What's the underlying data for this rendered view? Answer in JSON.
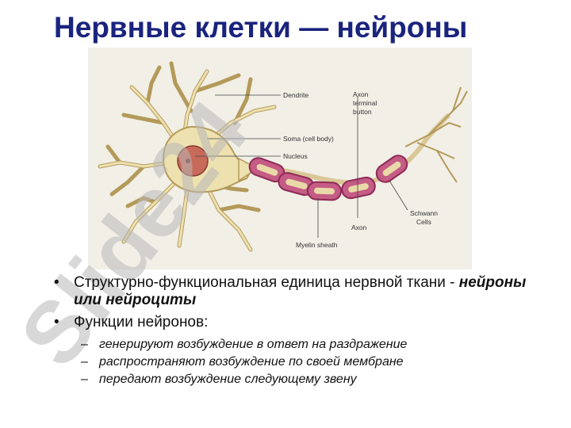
{
  "title": "Нервные клетки — нейроны",
  "figure": {
    "labels": {
      "dendrite": "Dendrite",
      "soma": "Soma (cell body)",
      "nucleus": "Nucleus",
      "axon_terminal_1": "Axon",
      "axon_terminal_2": "terminal",
      "axon_terminal_3": "button",
      "schwann_1": "Schwann",
      "schwann_2": "Cells",
      "axon": "Axon",
      "myelin": "Myelin sheath"
    },
    "colors": {
      "background": "#f1efe6",
      "neuron_body": "#eee1b0",
      "neuron_outline": "#b49a5a",
      "nucleus": "#c86a5a",
      "myelin": "#8e2a55",
      "myelin_fill": "#c45c85"
    }
  },
  "watermark": {
    "text": "Slide24",
    "color": "#b8b8b8"
  },
  "bullets": [
    {
      "text": "Структурно-функциональная единица нервной ткани - ",
      "emphasis": "нейроны или нейроциты"
    },
    {
      "text": "Функции нейронов:",
      "emphasis": ""
    }
  ],
  "sub_bullets": [
    "генерируют возбуждение в ответ на раздражение",
    "распространяют возбуждение по своей мембране",
    "передают возбуждение следующему звену"
  ],
  "bullet_symbol": "•",
  "sub_bullet_symbol": "–"
}
